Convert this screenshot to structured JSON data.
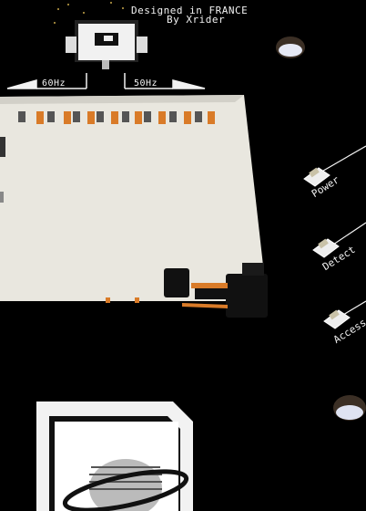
{
  "credits": {
    "line1": "Designed in FRANCE",
    "line2": "By Xrider"
  },
  "switch": {
    "left_label": "60Hz",
    "right_label": "50Hz"
  },
  "leds": [
    {
      "label": "Power"
    },
    {
      "label": "Detect"
    },
    {
      "label": "Access"
    }
  ],
  "colors": {
    "board": "#000000",
    "silkscreen": "#f2f2f2",
    "card_slot": "#e9e7df",
    "pin": "#d97b28"
  }
}
